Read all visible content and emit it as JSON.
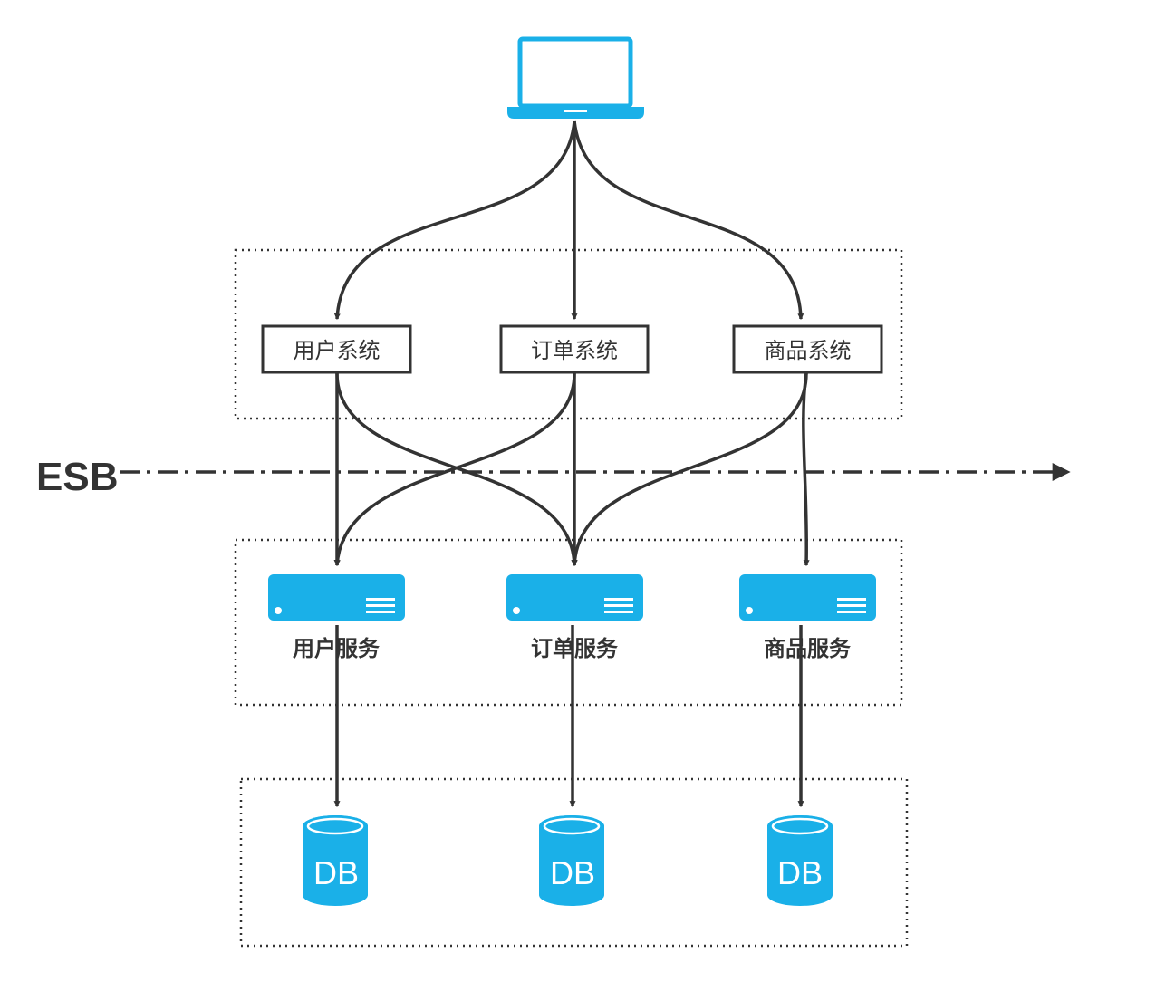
{
  "esb": {
    "label": "ESB"
  },
  "client": {
    "icon": "laptop-icon"
  },
  "systems": [
    {
      "label": "用户系统"
    },
    {
      "label": "订单系统"
    },
    {
      "label": "商品系统"
    }
  ],
  "services": [
    {
      "label": "用户服务",
      "icon": "server-icon"
    },
    {
      "label": "订单服务",
      "icon": "server-icon"
    },
    {
      "label": "商品服务",
      "icon": "server-icon"
    }
  ],
  "databases": [
    {
      "label": "DB",
      "icon": "database-icon"
    },
    {
      "label": "DB",
      "icon": "database-icon"
    },
    {
      "label": "DB",
      "icon": "database-icon"
    }
  ],
  "colors": {
    "accent": "#1ab0e8",
    "line": "#333333",
    "text": "#333333"
  }
}
